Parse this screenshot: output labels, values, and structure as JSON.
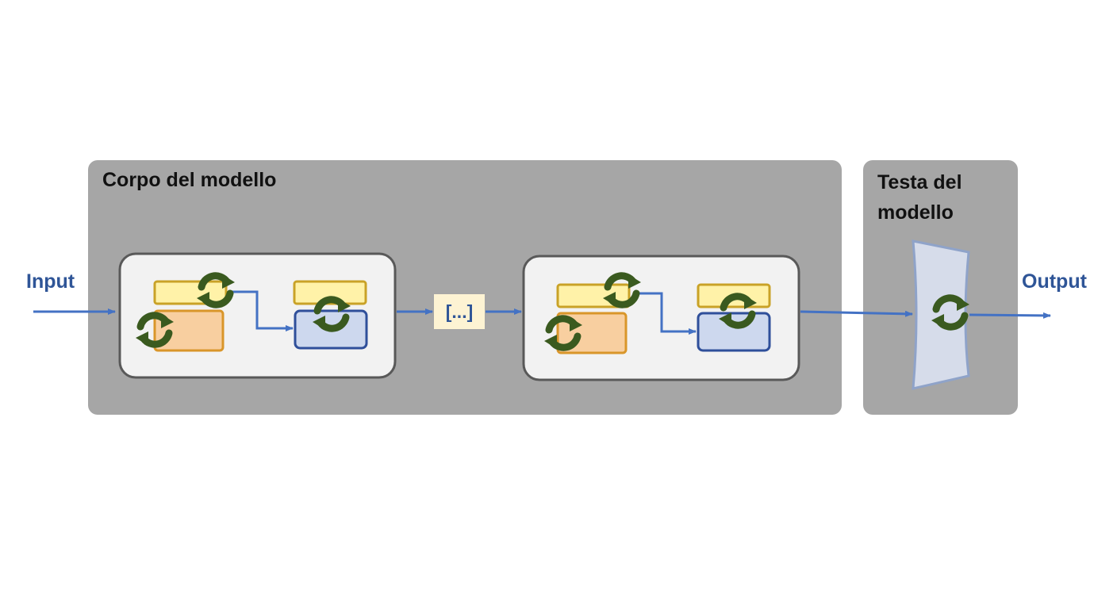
{
  "body_panel": {
    "title": "Corpo del modello"
  },
  "head_panel": {
    "title_line1": "Testa del",
    "title_line2": "modello"
  },
  "input_label": "Input",
  "output_label": "Output",
  "ellipsis_label": "[...]",
  "colors": {
    "panel": "#a6a6a6",
    "block_fill": "#f2f2f2",
    "block_border": "#595959",
    "arrow": "#4472c4",
    "label_blue": "#2f5597",
    "yellow_fill": "#fff2a8",
    "yellow_border": "#c9a227",
    "orange_fill": "#f8cfa0",
    "orange_border": "#d9962a",
    "blue_fill": "#cdd8ee",
    "blue_border": "#2f4f9a",
    "refresh_icon": "#3a5a1f",
    "ellipsis_fill": "#fdf3d3",
    "head_layer_fill": "#d6dcea",
    "head_layer_border": "#8fa3c9"
  },
  "icons": [
    "refresh-icon",
    "arrow-right-icon"
  ]
}
